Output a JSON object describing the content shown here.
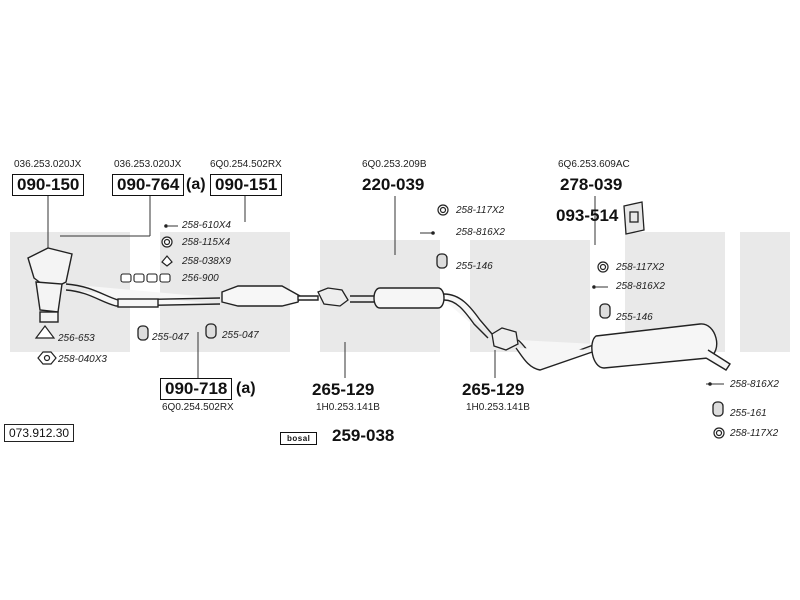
{
  "document_ref": "073.912.30",
  "brand_logo": "bosal",
  "kit_number": "259-038",
  "top_parts": [
    {
      "oem": "036.253.020JX",
      "part": "090-150",
      "suffix": ""
    },
    {
      "oem": "036.253.020JX",
      "part": "090-764",
      "suffix": "(a)"
    },
    {
      "oem": "6Q0.254.502RX",
      "part": "090-151",
      "suffix": ""
    },
    {
      "oem": "6Q0.253.209B",
      "part": "220-039",
      "suffix": ""
    },
    {
      "oem": "6Q6.253.609AC",
      "part": "278-039",
      "suffix": ""
    }
  ],
  "bracket_part": "093-514",
  "bottom_parts": [
    {
      "oem": "6Q0.254.502RX",
      "part": "090-718",
      "suffix": "(a)"
    },
    {
      "oem": "1H0.253.141B",
      "part": "265-129",
      "suffix": ""
    },
    {
      "oem": "1H0.253.141B",
      "part": "265-129",
      "suffix": ""
    }
  ],
  "accessories": {
    "a1": "258-610X4",
    "a2": "258-115X4",
    "a3": "258-038X9",
    "a4": "256-900",
    "a5": "256-653",
    "a6": "258-040X3",
    "a7": "255-047",
    "a8": "255-047",
    "b1": "258-117X2",
    "b2": "258-816X2",
    "b3": "255-146",
    "c1": "258-117X2",
    "c2": "258-816X2",
    "c3": "255-146",
    "d1": "258-816X2",
    "d2": "255-161",
    "d3": "258-117X2"
  },
  "colors": {
    "watermark": "#e9e9e9",
    "ink": "#111111"
  }
}
